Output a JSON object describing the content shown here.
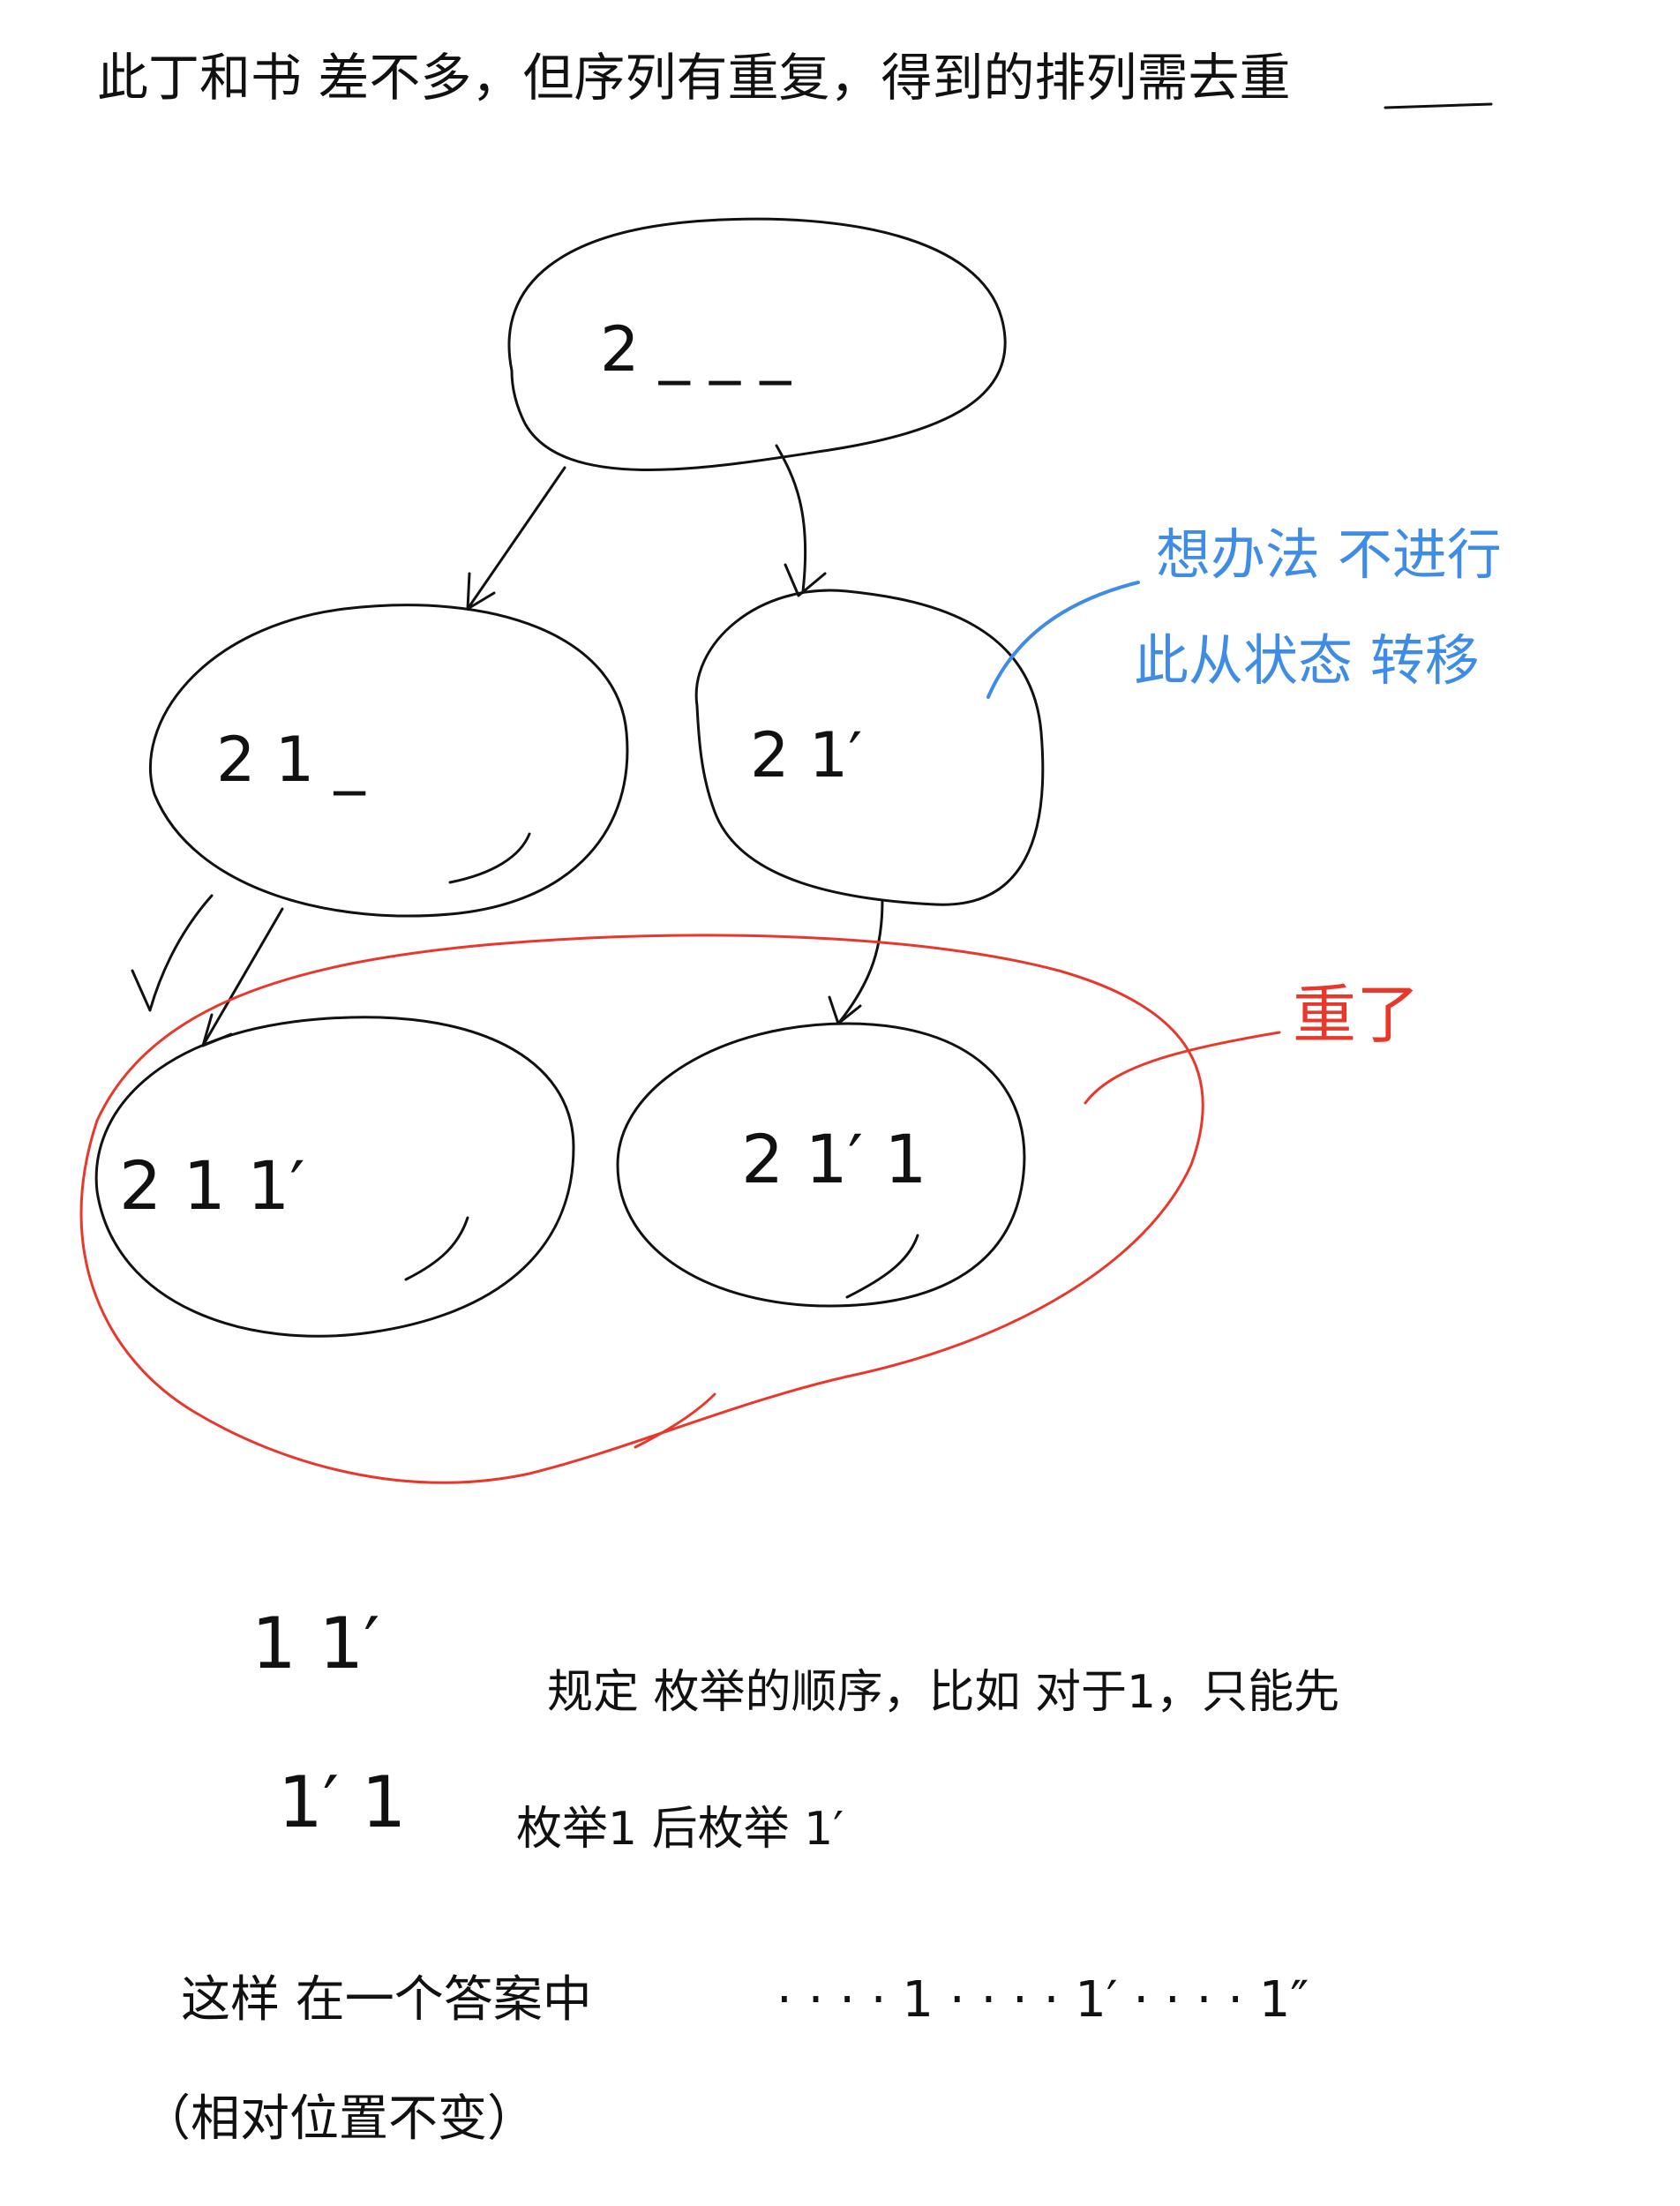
{
  "title": "此丁和书 差不多，但序列有重复，得到的排列需去重",
  "tree": {
    "root": {
      "label": "2 _ _ _"
    },
    "left": {
      "label": "2 1 _"
    },
    "right": {
      "label": "2 1′"
    },
    "bottom_left": {
      "label": "2 1 1′"
    },
    "bottom_right": {
      "label": "2 1′ 1"
    }
  },
  "annotations": {
    "blue_line1": "想办法 不进行",
    "blue_line2": "此从状态 转移",
    "red_label": "重了"
  },
  "notes": {
    "pair1": "1  1′",
    "pair2": "1′  1",
    "rule_line1": "规定 枚举的顺序，比如 对于1，只能先",
    "rule_line2": "枚举1 后枚举 1′",
    "sequence_intro": "这样 在一个答案中",
    "sequence": "· · · · 1  · · · ·  1′ · · · ·  1″",
    "sequence_note": "（相对位置不变）"
  },
  "colors": {
    "ink": "#111111",
    "blue": "#3f8ce6",
    "red": "#e8382c"
  }
}
